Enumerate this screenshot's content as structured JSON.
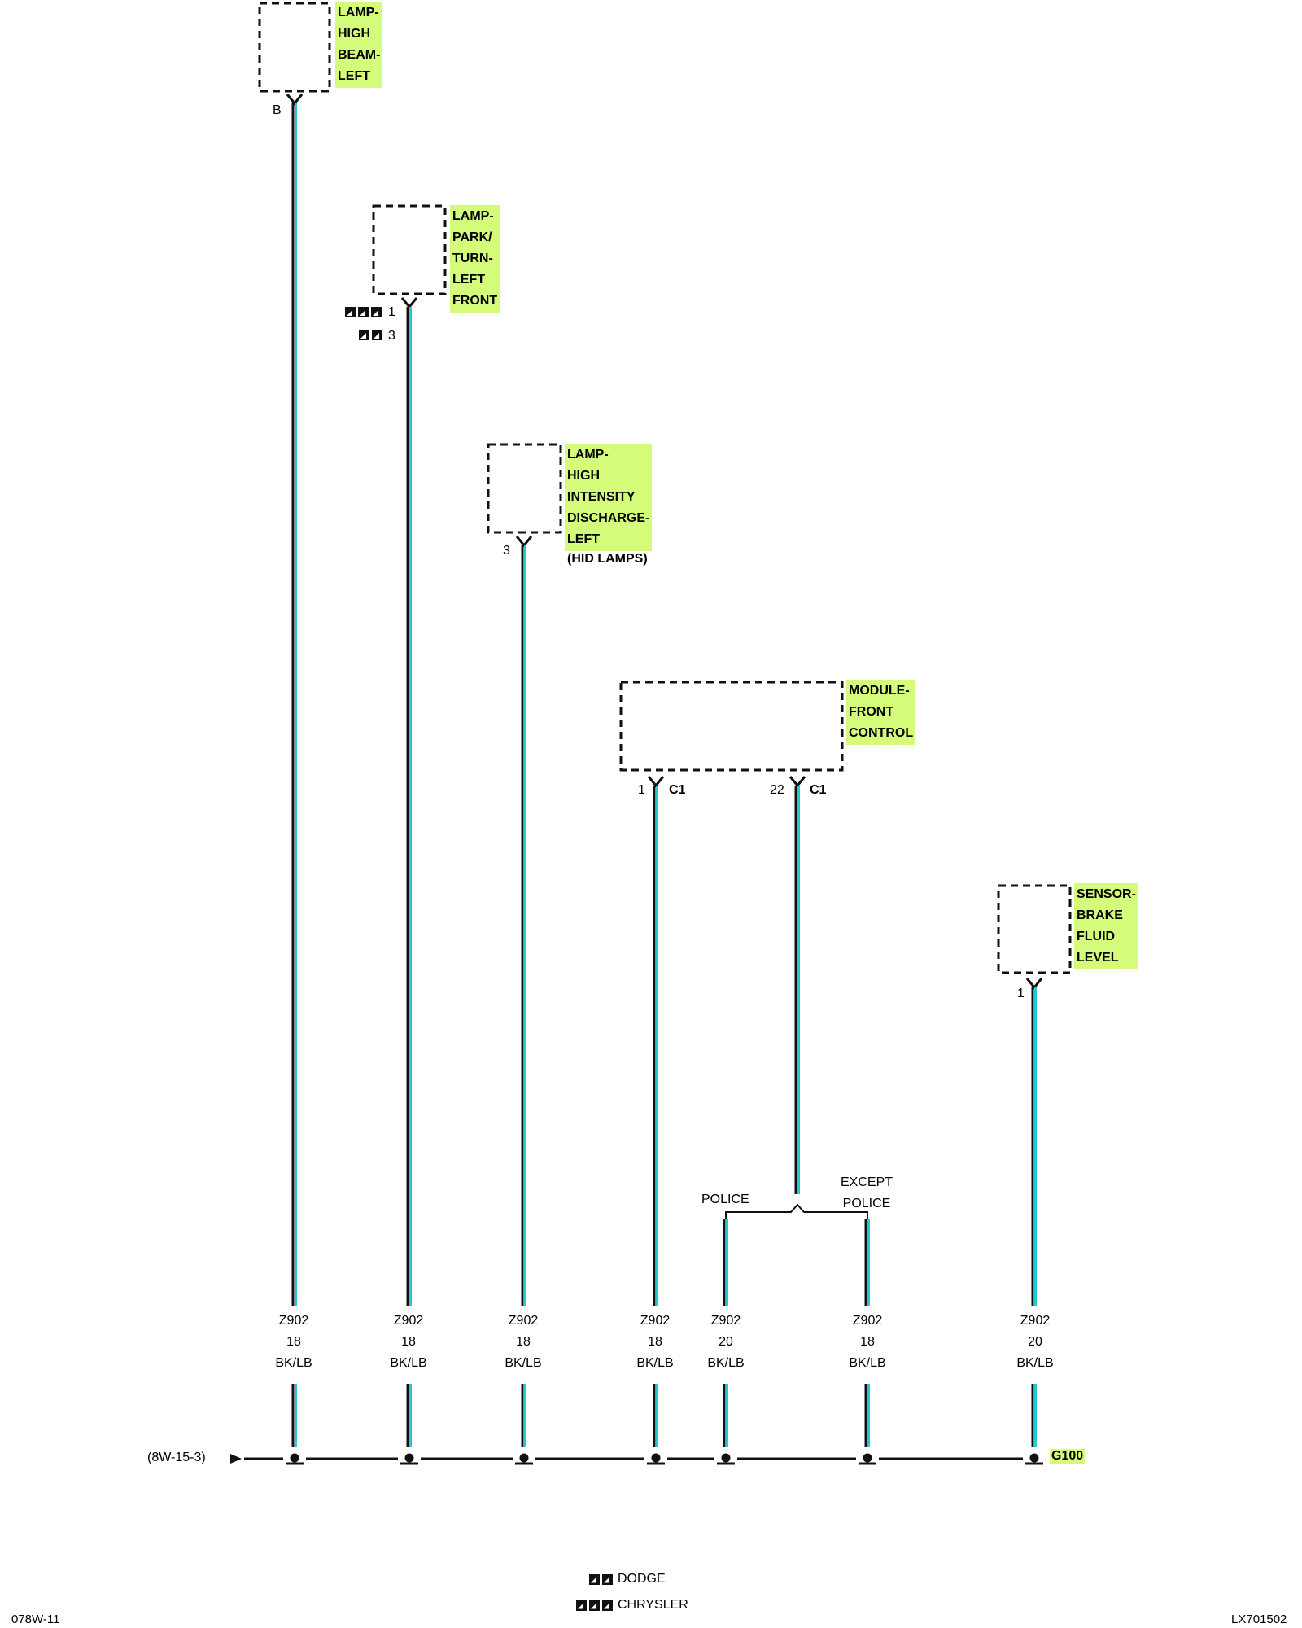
{
  "components": [
    {
      "id": "lamp-high-beam-left",
      "name": "LAMP-\nHIGH\nBEAM-\nLEFT"
    },
    {
      "id": "lamp-park-turn-left-front",
      "name": "LAMP-\nPARK/\nTURN-\nLEFT\nFRONT"
    },
    {
      "id": "lamp-hid-left",
      "name": "LAMP-\nHIGH\nINTENSITY\nDISCHARGE-\nLEFT",
      "note": "(HID LAMPS)"
    },
    {
      "id": "module-front-control",
      "name": "MODULE-\nFRONT\nCONTROL"
    },
    {
      "id": "sensor-brake-fluid-level",
      "name": "SENSOR-\nBRAKE\nFLUID\nLEVEL"
    }
  ],
  "pins": {
    "high_beam": "B",
    "park_turn_chrysler": "1",
    "park_turn_dodge": "3",
    "hid": "3",
    "fcm_a": "1",
    "fcm_b": "22",
    "fcm_connector": "C1",
    "sensor": "1"
  },
  "variants": {
    "left": "POLICE",
    "right": "EXCEPT\nPOLICE"
  },
  "wires": [
    {
      "circuit": "Z902",
      "gauge": "18",
      "color": "BK/LB"
    },
    {
      "circuit": "Z902",
      "gauge": "18",
      "color": "BK/LB"
    },
    {
      "circuit": "Z902",
      "gauge": "18",
      "color": "BK/LB"
    },
    {
      "circuit": "Z902",
      "gauge": "18",
      "color": "BK/LB"
    },
    {
      "circuit": "Z902",
      "gauge": "20",
      "color": "BK/LB"
    },
    {
      "circuit": "Z902",
      "gauge": "18",
      "color": "BK/LB"
    },
    {
      "circuit": "Z902",
      "gauge": "20",
      "color": "BK/LB"
    }
  ],
  "ground": {
    "label": "G100",
    "reference": "(8W-15-3)"
  },
  "legend": {
    "dodge": "DODGE",
    "chrysler": "CHRYSLER"
  },
  "footer": {
    "left": "078W-11",
    "right": "LX701502"
  },
  "colors": {
    "highlight": "#d4fb79",
    "wire_cyan": "#22c9d3",
    "wire_dark": "#111111"
  }
}
